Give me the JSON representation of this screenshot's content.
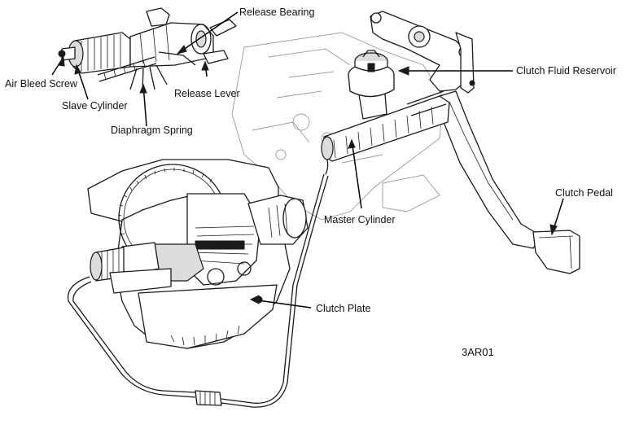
{
  "figure_code": "3AR01",
  "callouts": {
    "release_bearing": "Release Bearing",
    "air_bleed_screw": "Air Bleed Screw",
    "slave_cylinder": "Slave Cylinder",
    "release_lever": "Release Lever",
    "diaphragm_spring": "Diaphragm Spring",
    "clutch_fluid_reservoir": "Clutch Fluid Reservoir",
    "master_cylinder": "Master Cylinder",
    "clutch_pedal": "Clutch Pedal",
    "clutch_plate": "Clutch Plate"
  }
}
